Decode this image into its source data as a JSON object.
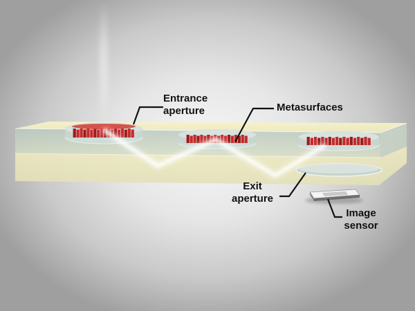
{
  "labels": {
    "entrance_aperture": [
      "Entrance",
      "aperture"
    ],
    "metasurfaces": "Metasurfaces",
    "exit_aperture": [
      "Exit",
      "aperture"
    ],
    "image_sensor": [
      "Image",
      "sensor"
    ]
  },
  "colors": {
    "substrate_top": "#f1efc6",
    "substrate_front": "#c3d1c8",
    "metasurface_pillar": "#c62a2a",
    "disc": "#d6dedb",
    "beam": "#ffffff",
    "leader_line": "#111111",
    "text": "#111111"
  },
  "icons": {
    "sensor": "image-sensor-chip"
  }
}
